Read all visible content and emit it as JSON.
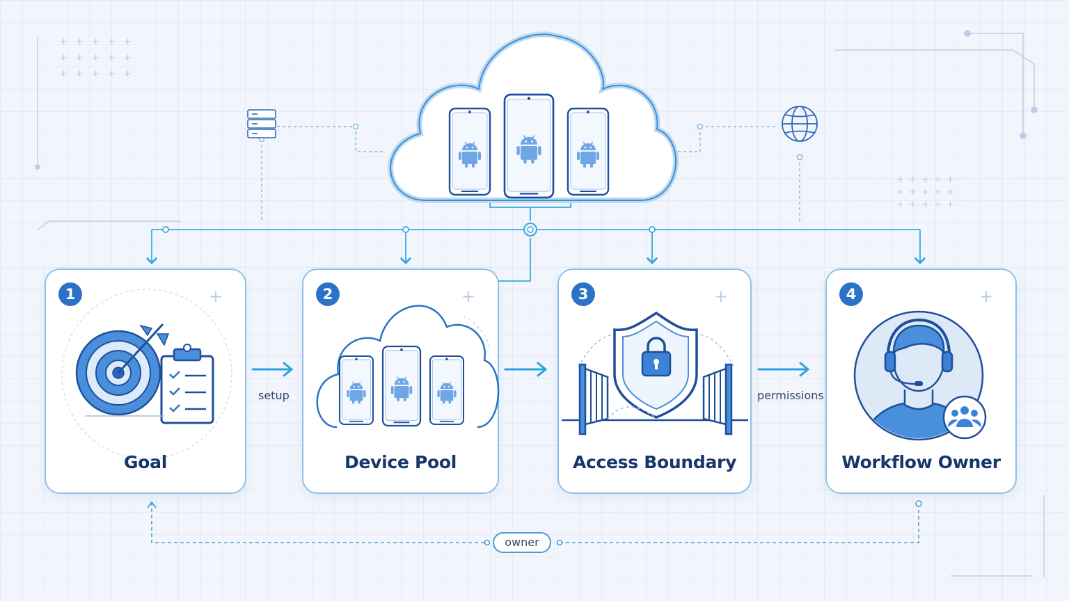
{
  "steps": [
    {
      "number": "1",
      "title": "Goal"
    },
    {
      "number": "2",
      "title": "Device Pool"
    },
    {
      "number": "3",
      "title": "Access Boundary"
    },
    {
      "number": "4",
      "title": "Workflow Owner"
    }
  ],
  "connectors": {
    "setup": "setup",
    "permissions": "permissions",
    "owner": "owner"
  },
  "icons": {
    "cloud": "cloud-icon",
    "phone": "android-phone-icon",
    "server": "server-icon",
    "globe": "globe-icon",
    "target": "target-icon",
    "clipboard": "checklist-icon",
    "shield": "shield-lock-icon",
    "gate": "gate-icon",
    "person": "headset-person-icon",
    "group": "group-icon"
  },
  "colors": {
    "accent": "#2c72c6",
    "line": "#3aa7e0",
    "card_border": "#8fc0ea",
    "title": "#17366a"
  }
}
